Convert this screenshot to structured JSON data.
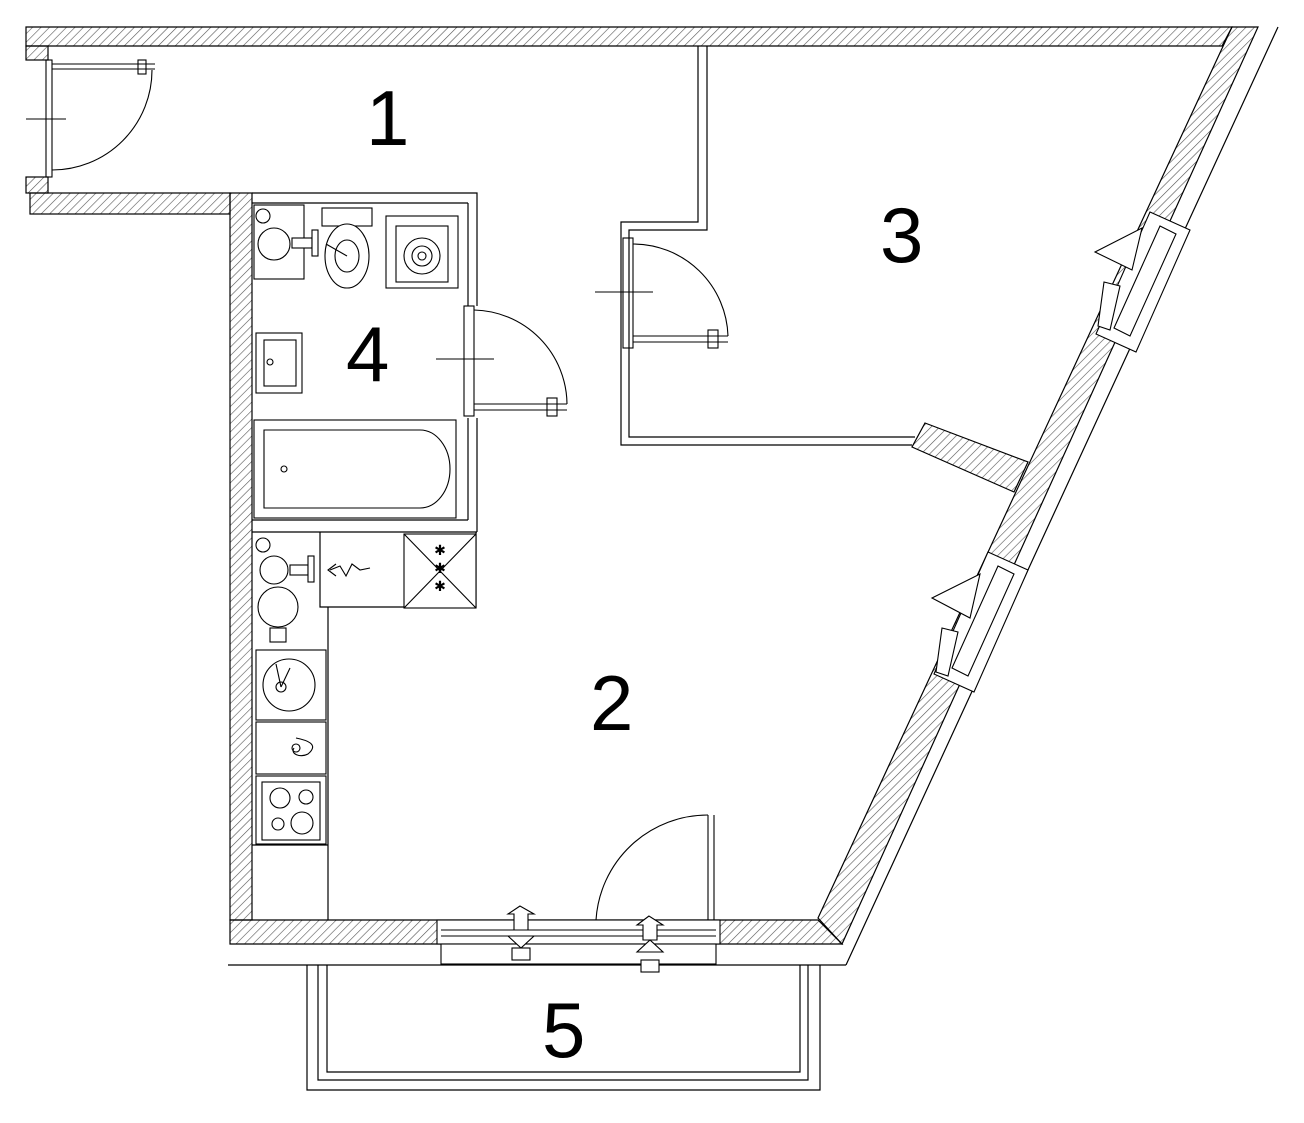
{
  "plan": {
    "rooms": [
      {
        "id": "room-1",
        "number": "1"
      },
      {
        "id": "room-2",
        "number": "2"
      },
      {
        "id": "room-3",
        "number": "3"
      },
      {
        "id": "room-4",
        "number": "4"
      },
      {
        "id": "room-5",
        "number": "5"
      }
    ]
  },
  "colors": {
    "line": "#000000",
    "wall_hatch": "#555555",
    "background": "#ffffff"
  }
}
